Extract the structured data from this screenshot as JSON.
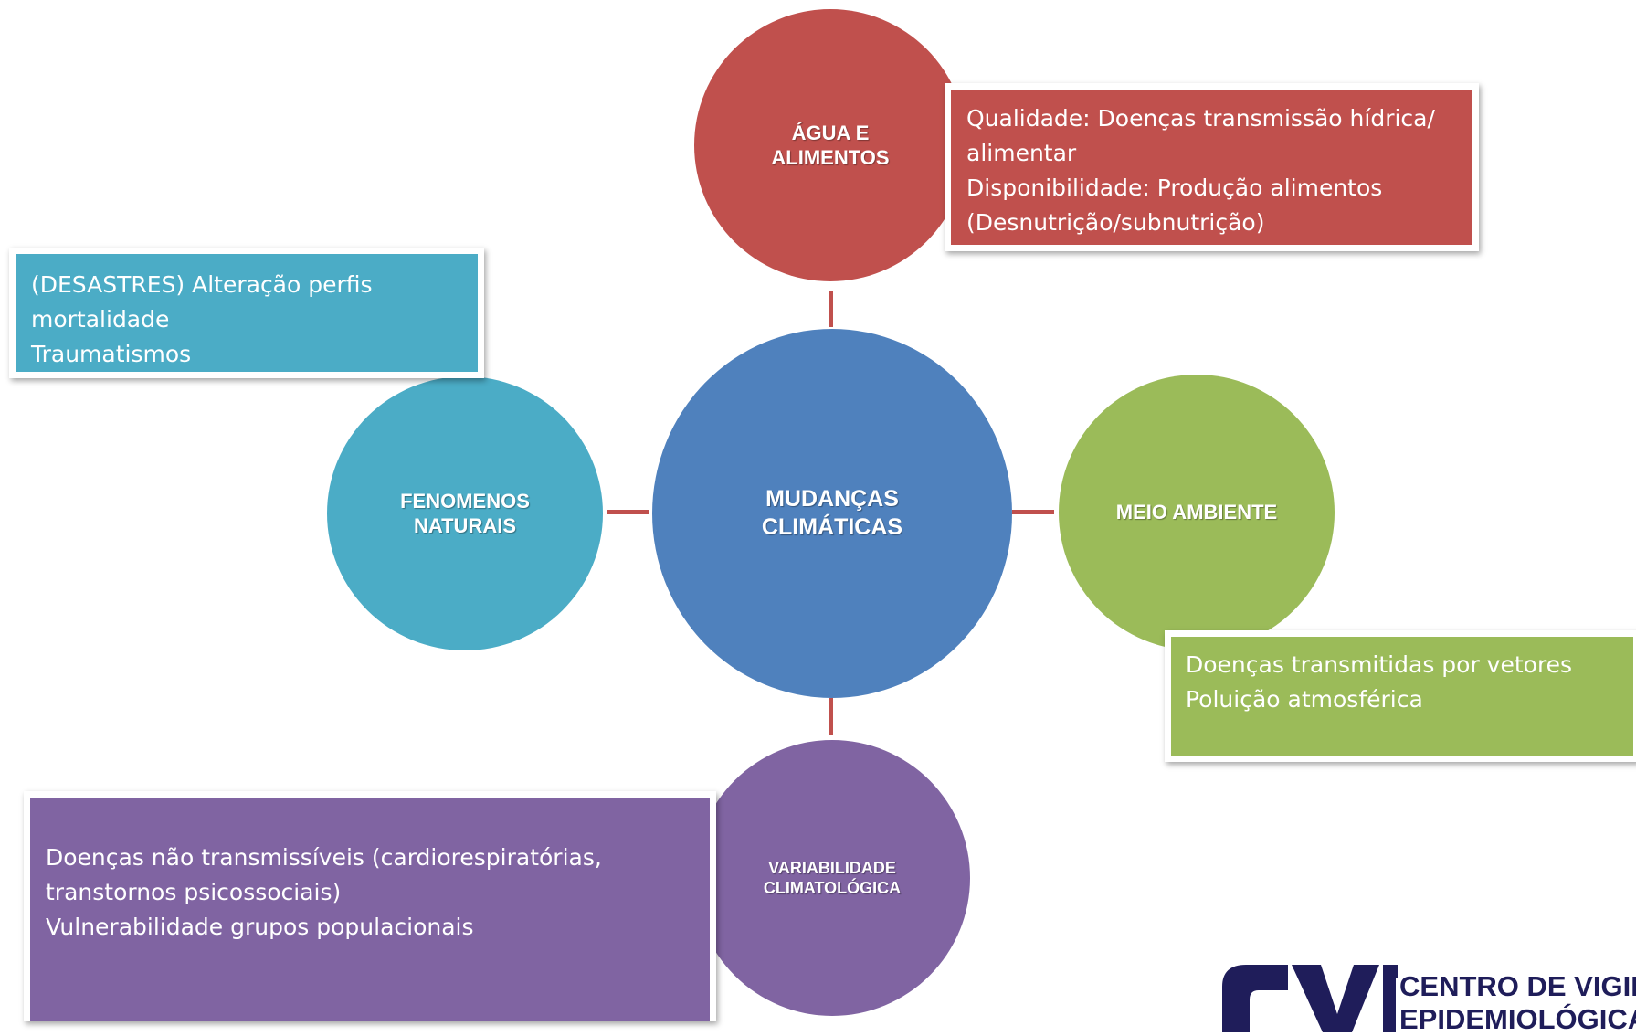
{
  "center": {
    "label": "MUDANÇAS\nCLIMÁTICAS",
    "color": "#4f81bd"
  },
  "nodes": {
    "agua": {
      "label": "ÁGUA E\nALIMENTOS",
      "color": "#c0504d"
    },
    "meio": {
      "label": "MEIO AMBIENTE",
      "color": "#9bbb59"
    },
    "variabilidade": {
      "label": "VARIABILIDADE\nCLIMATOLÓGICA",
      "color": "#8064a2"
    },
    "fenomenos": {
      "label": "FENOMENOS\nNATURAIS",
      "color": "#4bacc6"
    }
  },
  "boxes": {
    "agua": {
      "lines": [
        "Qualidade: Doenças transmissão hídrica/",
        "alimentar",
        "Disponibilidade: Produção alimentos",
        "(Desnutrição/subnutrição)"
      ]
    },
    "fenomenos": {
      "lines": [
        "(DESASTRES) Alteração perfis",
        "mortalidade",
        "Traumatismos"
      ]
    },
    "meio": {
      "lines": [
        "Doenças transmitidas por vetores",
        "Poluição atmosférica"
      ]
    },
    "variabilidade": {
      "lines": [
        "Doenças não transmissíveis (cardiorespiratórias,",
        "transtornos psicossociais)",
        "Vulnerabilidade grupos populacionais"
      ]
    }
  },
  "logo": {
    "line1": "CENTRO DE VIGILÂN",
    "line2": "EPIDEMIOLÓGICA",
    "color": "#1f1d5a"
  }
}
